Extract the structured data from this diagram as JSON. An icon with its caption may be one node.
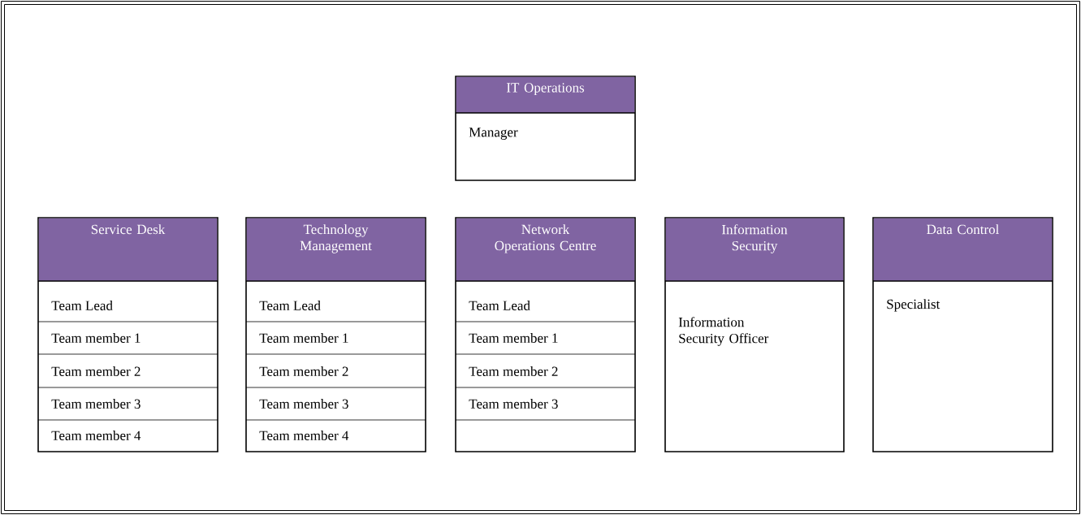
{
  "diagram": {
    "nodes": [
      {
        "text": [
          "IT Operations",
          "Manager"
        ]
      },
      {
        "text": [
          "Service Desk",
          "Team Lead",
          "Team member 1",
          "Team member 2",
          "Team member 3",
          "Team member 4"
        ]
      },
      {
        "text": [
          "Technology Management",
          "Team Lead",
          "Team member 1",
          "Team member 2",
          "Team member 3",
          "Team member 4"
        ]
      },
      {
        "text": [
          "Network Operations Centre",
          "Team Lead",
          "Team member 1",
          "Team member 2",
          "Team member 3"
        ]
      },
      {
        "text": [
          "Information Security",
          "Information Security Officer"
        ]
      },
      {
        "text": [
          "Data Control",
          "Specialist"
        ]
      }
    ]
  }
}
